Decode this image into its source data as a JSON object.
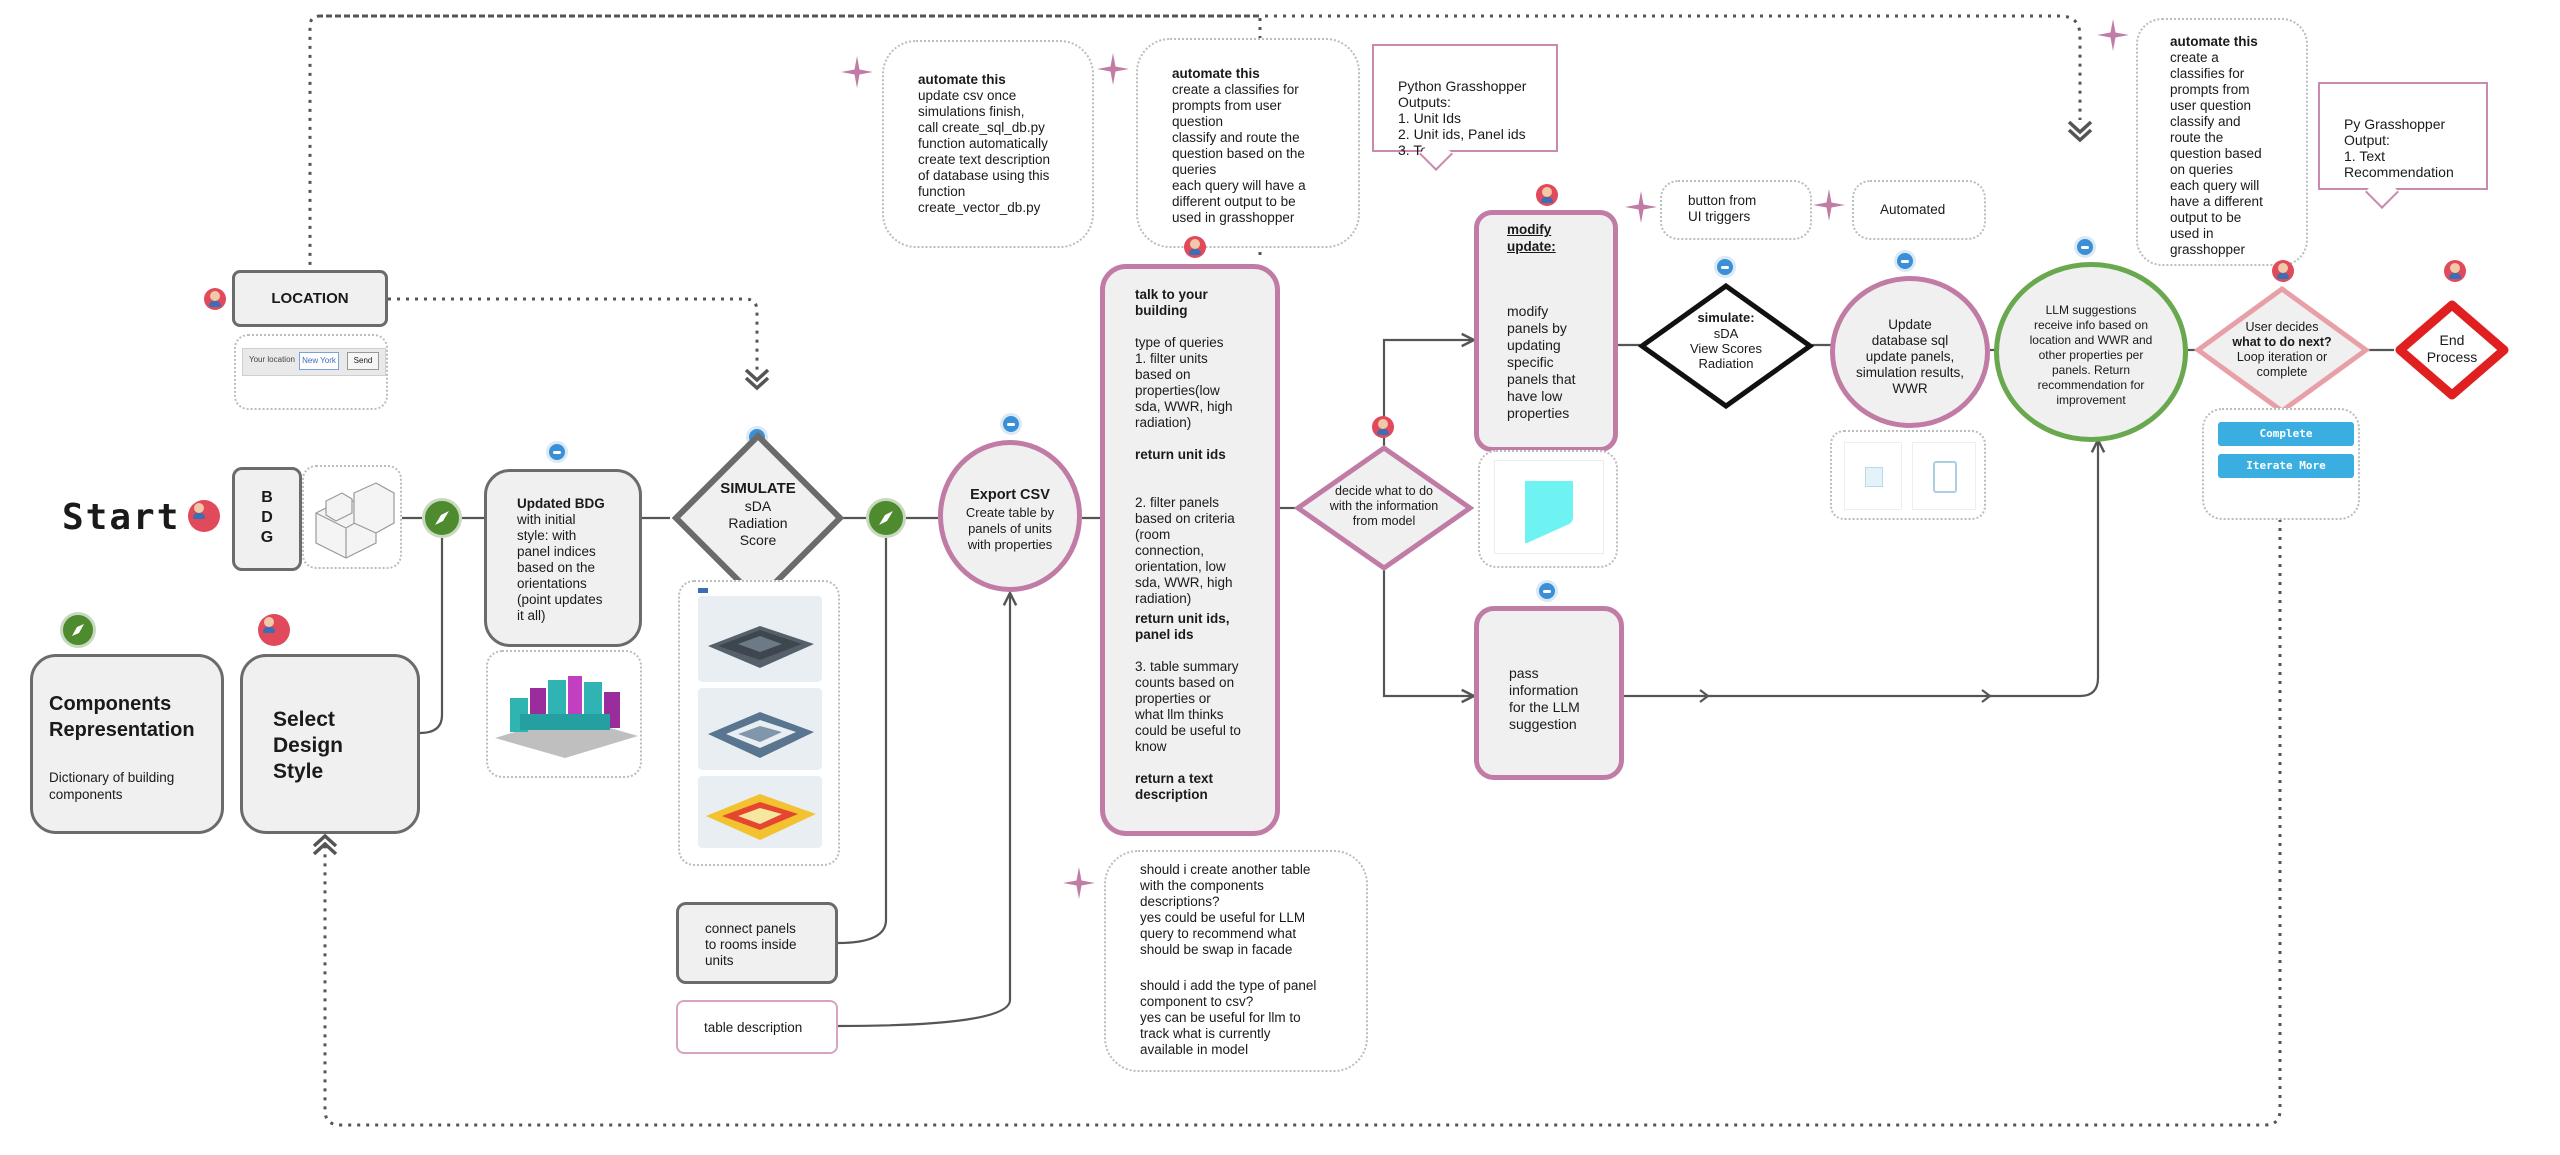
{
  "start": {
    "label": "Start"
  },
  "location": {
    "label": "LOCATION",
    "widget_label": "Your location",
    "widget_value": "New York",
    "widget_button": "Send"
  },
  "bdg": {
    "label": "B\nD\nG"
  },
  "components": {
    "title": "Components\nRepresentation",
    "desc": "Dictionary of building\ncomponents"
  },
  "select_style": {
    "title": "Select\nDesign\nStyle"
  },
  "updated_bdg": {
    "title": "Updated BDG",
    "body": "with initial\nstyle: with\npanel indices\nbased on the\norientations\n(point updates\nit all)"
  },
  "simulate1": {
    "title": "SIMULATE",
    "body": "sDA\nRadiation\nScore"
  },
  "connect_panels": {
    "label": "connect panels\nto rooms inside\nunits"
  },
  "table_desc": {
    "label": "table description"
  },
  "export_csv": {
    "title": "Export CSV",
    "body": "Create table by\npanels of units\nwith properties"
  },
  "talk": {
    "title": "talk to your\nbuilding",
    "p1": "type of queries\n1. filter units\nbased on\nproperties(low\nsda, WWR, high\nradiation)",
    "p2": "return unit ids",
    "p3": "2. filter panels\nbased on criteria\n(room\nconnection,\norientation, low\nsda, WWR, high\nradiation)",
    "p4": "return unit ids,\npanel ids",
    "p5": "3. table summary\ncounts based on\nproperties or\nwhat llm thinks\ncould be useful to\nknow",
    "p6": "return a text\ndescription"
  },
  "decide": {
    "label": "decide what to do\nwith the information\nfrom model"
  },
  "modify": {
    "title": "modify\nupdate:",
    "body": "modify\npanels by\nupdating\nspecific\npanels that\nhave low\nproperties"
  },
  "pass_info": {
    "label": "pass\ninformation\nfor the LLM\nsuggestion"
  },
  "simulate2": {
    "title": "simulate:",
    "body": "sDA\nView Scores\nRadiation"
  },
  "update_db": {
    "label": "Update\ndatabase sql\nupdate panels,\nsimulation results,\nWWR"
  },
  "llm": {
    "label": "LLM suggestions\nreceive info based on\nlocation and WWR and\nother properties per\npanels. Return\nrecommendation for\nimprovement"
  },
  "user_decides": {
    "line1": "User decides",
    "line2": "what to do next?",
    "line3": "Loop iteration or\ncomplete"
  },
  "complete_btn": {
    "label": "Complete"
  },
  "iterate_btn": {
    "label": "Iterate More"
  },
  "end": {
    "label": "End\nProcess"
  },
  "note_csv": {
    "bold": "automate this",
    "body": "update csv once\nsimulations finish,\ncall create_sql_db.py\nfunction automatically\ncreate text description\nof database using this\nfunction\ncreate_vector_db.py"
  },
  "note_classify1": {
    "bold": "automate this",
    "body": "create a classifies for\nprompts from user\nquestion\nclassify and route the\nquestion based on the\nqueries\neach query will have a\ndifferent output to be\nused in grasshopper"
  },
  "callout_py1": {
    "text": "Python Grasshopper\nOutputs:\n1. Unit Ids\n2. Unit ids, Panel ids\n3. Text"
  },
  "note_button": {
    "label": "button from\nUI triggers"
  },
  "note_automated": {
    "label": "Automated"
  },
  "note_classify2": {
    "bold": "automate this",
    "body": "create a\nclassifies for\nprompts from\nuser question\nclassify and\nroute the\nquestion based\non queries\neach query will\nhave a different\noutput to be\nused in\ngrasshopper"
  },
  "callout_py2": {
    "text": "Py Grasshopper\nOutput:\n1. Text\nRecommendation"
  },
  "note_questions": {
    "q1": "should i create another table\nwith the components\ndescriptions?\nyes could be useful for LLM\nquery to recommend what\nshould be swap in facade",
    "q2": "should i add the type of panel\ncomponent to csv?\nyes can be useful for llm to\ntrack  what is currently\navailable in model"
  },
  "colors": {
    "pink": "#c07ca5",
    "gray": "#6b6b6b",
    "green": "#6aa84f",
    "red": "#e02020",
    "light_pink": "#e8a0a8",
    "button_blue": "#3aaee0"
  }
}
